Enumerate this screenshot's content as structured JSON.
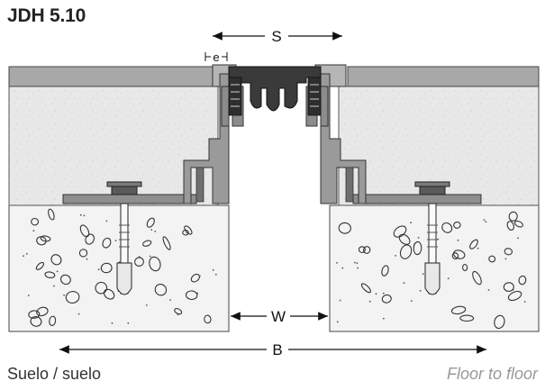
{
  "title": "JDH 5.10",
  "dimensions": {
    "s": "S",
    "e": "e",
    "w": "W",
    "b": "B"
  },
  "captions": {
    "left": "Suelo / suelo",
    "right": "Floor to floor"
  },
  "colors": {
    "slab_top": "#a9a9a9",
    "screed": "#e6e6e6",
    "concrete": "#f2f2f2",
    "profile": "#8f8f8f",
    "profile_dark": "#6e6e6e",
    "insert": "#3a3a3a"
  }
}
